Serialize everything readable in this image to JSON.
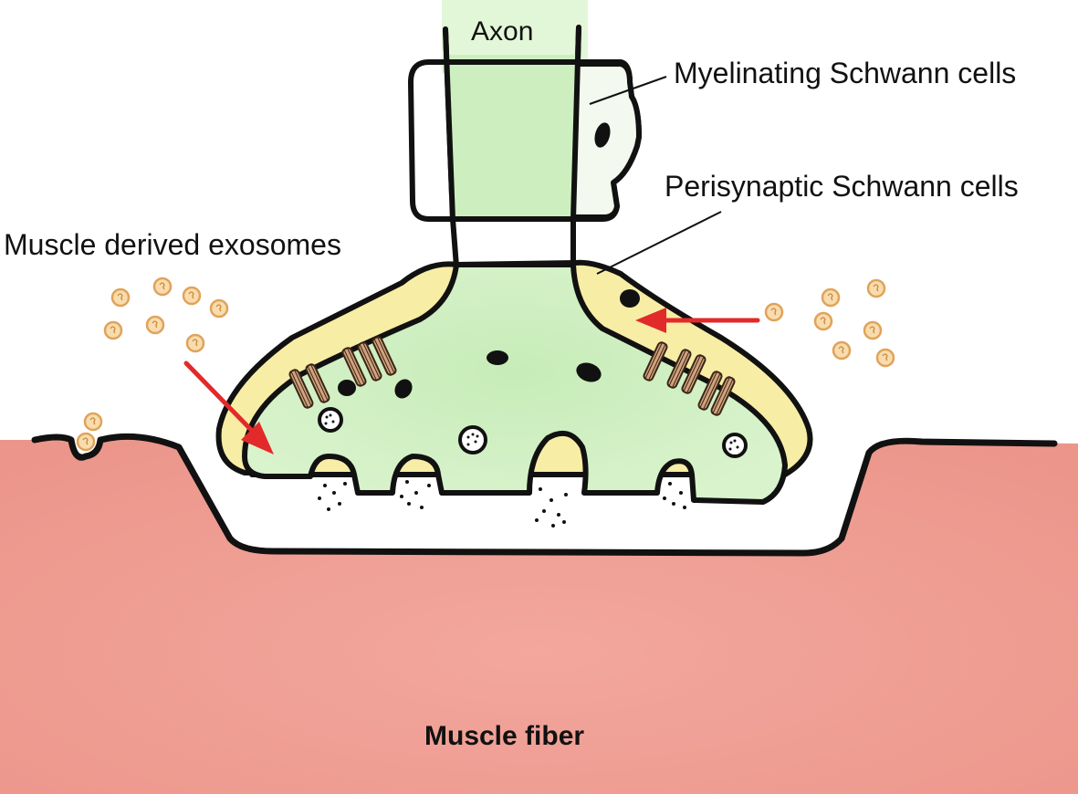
{
  "labels": {
    "axon": "Axon",
    "myelinating": "Myelinating Schwann cells",
    "perisynaptic": "Perisynaptic Schwann cells",
    "exosomes": "Muscle derived exosomes",
    "muscle": "Muscle fiber"
  },
  "colors": {
    "muscle": "#ef9e94",
    "axon_fill": "#cdefbf",
    "schwann_fill": "#f7eda5",
    "exosome_fill": "#f8dcae",
    "exosome_stroke": "#e0a35a",
    "receptor": "#d2a37d",
    "arrow": "#e32a2a",
    "outline": "#111111"
  }
}
